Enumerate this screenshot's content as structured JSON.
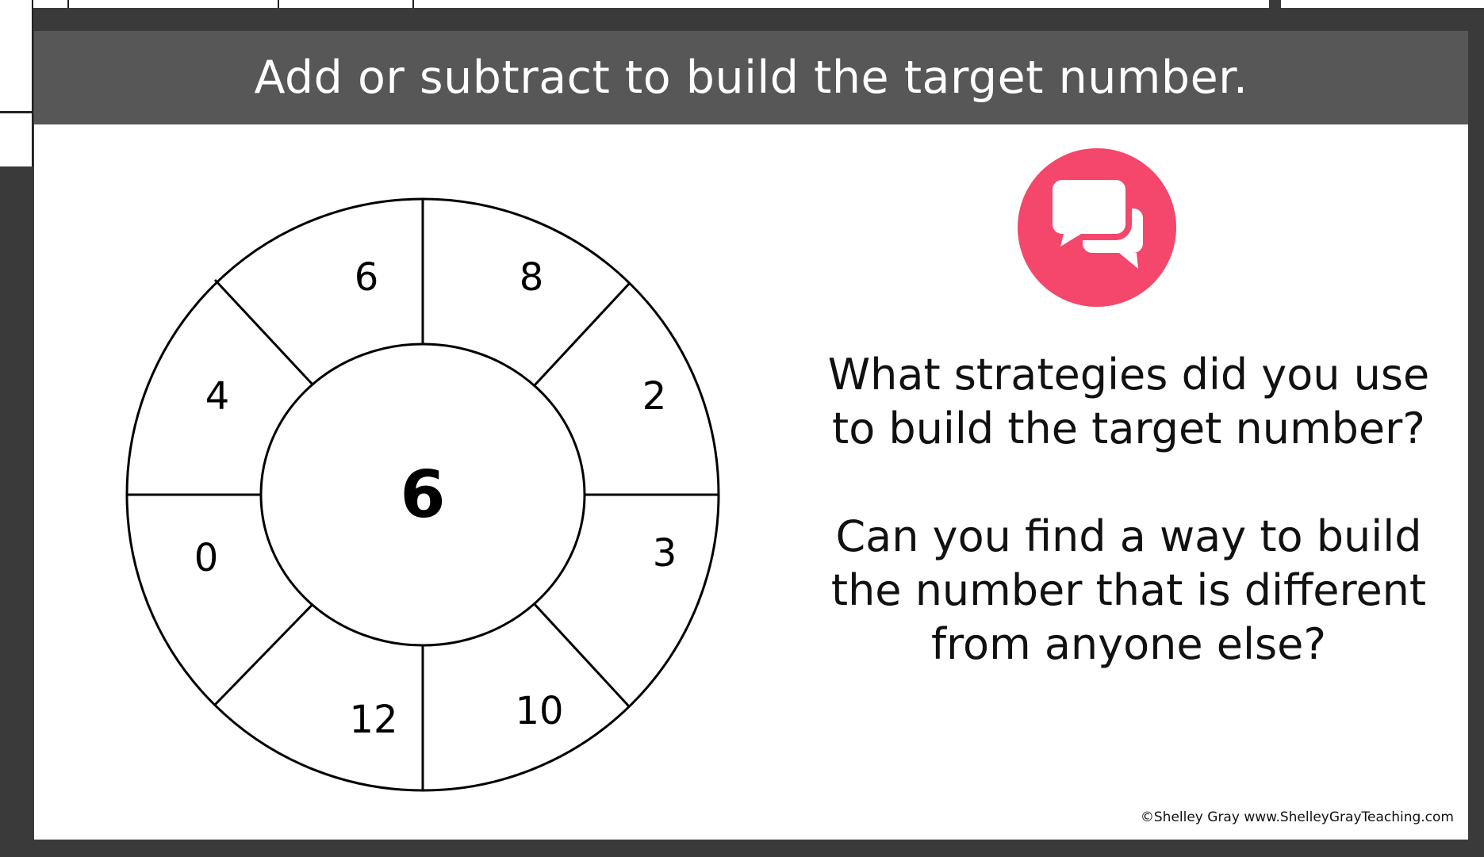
{
  "header": {
    "title": "Add or subtract to build the target number."
  },
  "wheel": {
    "target": "6",
    "outer_numbers": [
      "8",
      "2",
      "3",
      "10",
      "12",
      "0",
      "4",
      "6"
    ]
  },
  "prompts": {
    "question_1_line_1": "What strategies did you use",
    "question_1_line_2": "to build the target number?",
    "question_2_line_1": "Can you find a way to build",
    "question_2_line_2": "the number that is different",
    "question_2_line_3": "from anyone else?"
  },
  "icon": {
    "name": "chat-bubbles-icon",
    "color": "#f4476b"
  },
  "footer": {
    "credit": "©Shelley Gray  www.ShelleyGrayTeaching.com"
  }
}
